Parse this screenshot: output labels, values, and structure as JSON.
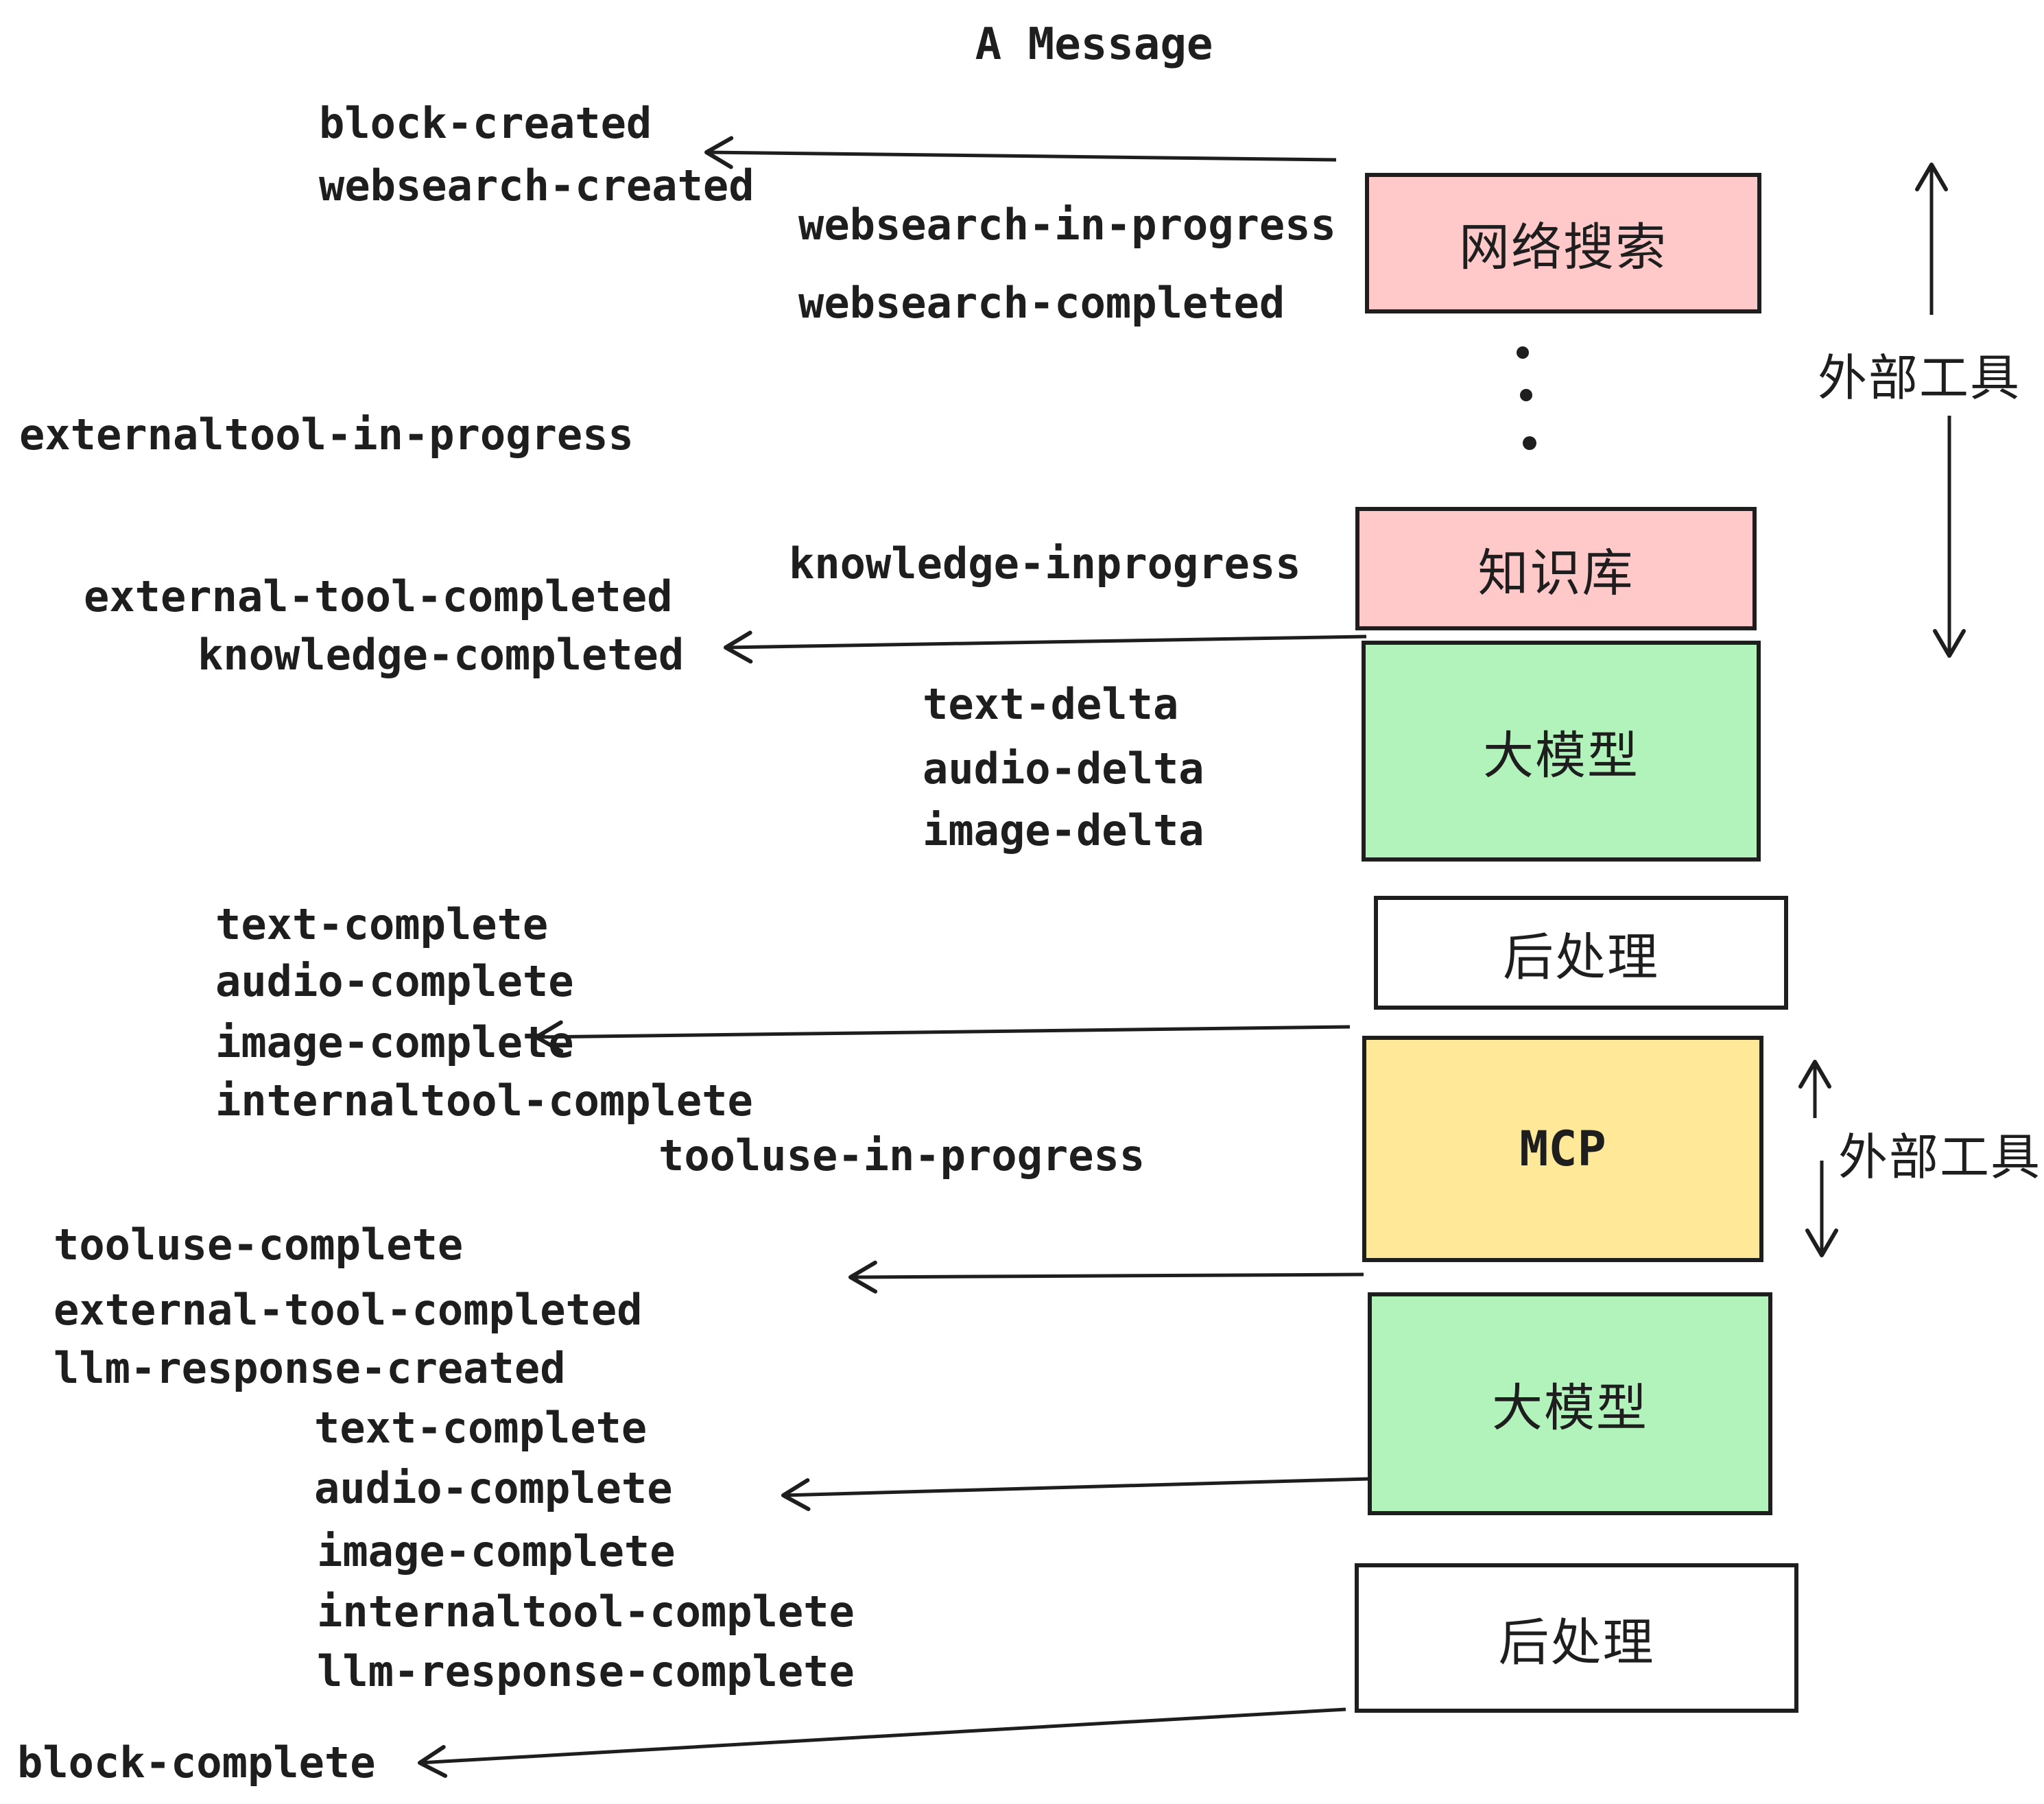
{
  "title": "A Message",
  "colors": {
    "ink": "#1e1e1e",
    "pink": "#ffc9c9",
    "green": "#b2f2bb",
    "yellow": "#ffe999",
    "white": "#ffffff"
  },
  "boxes": [
    {
      "id": "websearch",
      "label": "网络搜索",
      "fill": "#ffc9c9"
    },
    {
      "id": "knowledge",
      "label": "知识库",
      "fill": "#ffc9c9"
    },
    {
      "id": "llm-1",
      "label": "大模型",
      "fill": "#b2f2bb"
    },
    {
      "id": "postprocess-1",
      "label": "后处理",
      "fill": "#ffffff"
    },
    {
      "id": "mcp",
      "label": "MCP",
      "fill": "#ffe999"
    },
    {
      "id": "llm-2",
      "label": "大模型",
      "fill": "#b2f2bb"
    },
    {
      "id": "postprocess-2",
      "label": "后处理",
      "fill": "#ffffff"
    }
  ],
  "side_labels": {
    "external_tools_top": "外部工具",
    "external_tools_mid": "外部工具"
  },
  "events": [
    "block-created",
    "websearch-created",
    "websearch-in-progress",
    "websearch-completed",
    "externaltool-in-progress",
    "knowledge-inprogress",
    "external-tool-completed",
    "knowledge-completed",
    "text-delta",
    "audio-delta",
    "image-delta",
    "text-complete",
    "audio-complete",
    "image-complete",
    "internaltool-complete",
    "tooluse-in-progress",
    "tooluse-complete",
    "external-tool-completed",
    "llm-response-created",
    "text-complete",
    "audio-complete",
    "image-complete",
    "internaltool-complete",
    "llm-response-complete",
    "block-complete"
  ]
}
